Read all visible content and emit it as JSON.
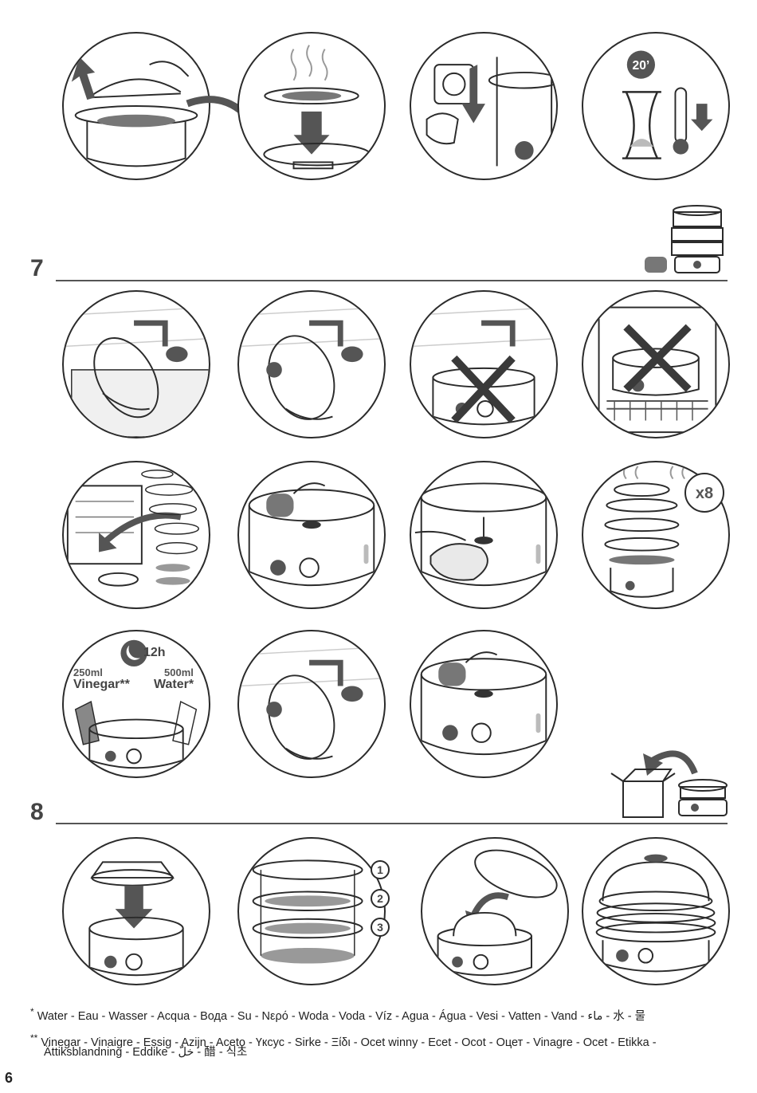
{
  "sections": {
    "seven": "7",
    "eight": "8"
  },
  "badges": {
    "cooldown_time": "20’",
    "repeat_count": "x8",
    "soak_time": "12h",
    "vinegar_amount": "250ml",
    "vinegar_label": "Vinegar**",
    "water_amount": "500ml",
    "water_label": "Water*"
  },
  "tier_numbers": [
    "1",
    "2",
    "3"
  ],
  "footnotes": {
    "water_marker": "*",
    "water_text": "Water - Eau - Wasser - Acqua - Вода - Su - Νερό - Woda - Voda - Víz - Agua - Água - Vesi - Vatten - Vand - ماء - 水 - 물",
    "vinegar_marker": "**",
    "vinegar_line1": "Vinegar - Vinaigre - Essig - Azijn - Aceto - Үксус - Sirke - Ξίδι - Ocet winny - Ecet - Ocot - Оцет - Vinagre - Ocet - Etikka -",
    "vinegar_line2": "Ättiksblandning - Eddike - خلّ - 醋 - 식초"
  },
  "page_number": "6",
  "colors": {
    "ink": "#2b2b2b",
    "arrow": "#555555",
    "cross": "#3a3a3a"
  },
  "icons": [
    "lift-lid-icon",
    "drain-tray-icon",
    "unplug-icon",
    "cooldown-icon",
    "steamer-sponge-icon",
    "rinse-lid-icon",
    "rinse-bowl-icon",
    "no-immerse-icon",
    "no-dishwasher-base-icon",
    "dishwasher-parts-icon",
    "sponge-clean-icon",
    "wipe-icon",
    "descale-repeat-icon",
    "vinegar-soak-icon",
    "rinse-base-icon",
    "sponge-dry-icon",
    "storage-box-icon",
    "lid-on-base-icon",
    "stack-tiers-icon",
    "nest-bowls-icon",
    "stored-steamer-icon"
  ]
}
